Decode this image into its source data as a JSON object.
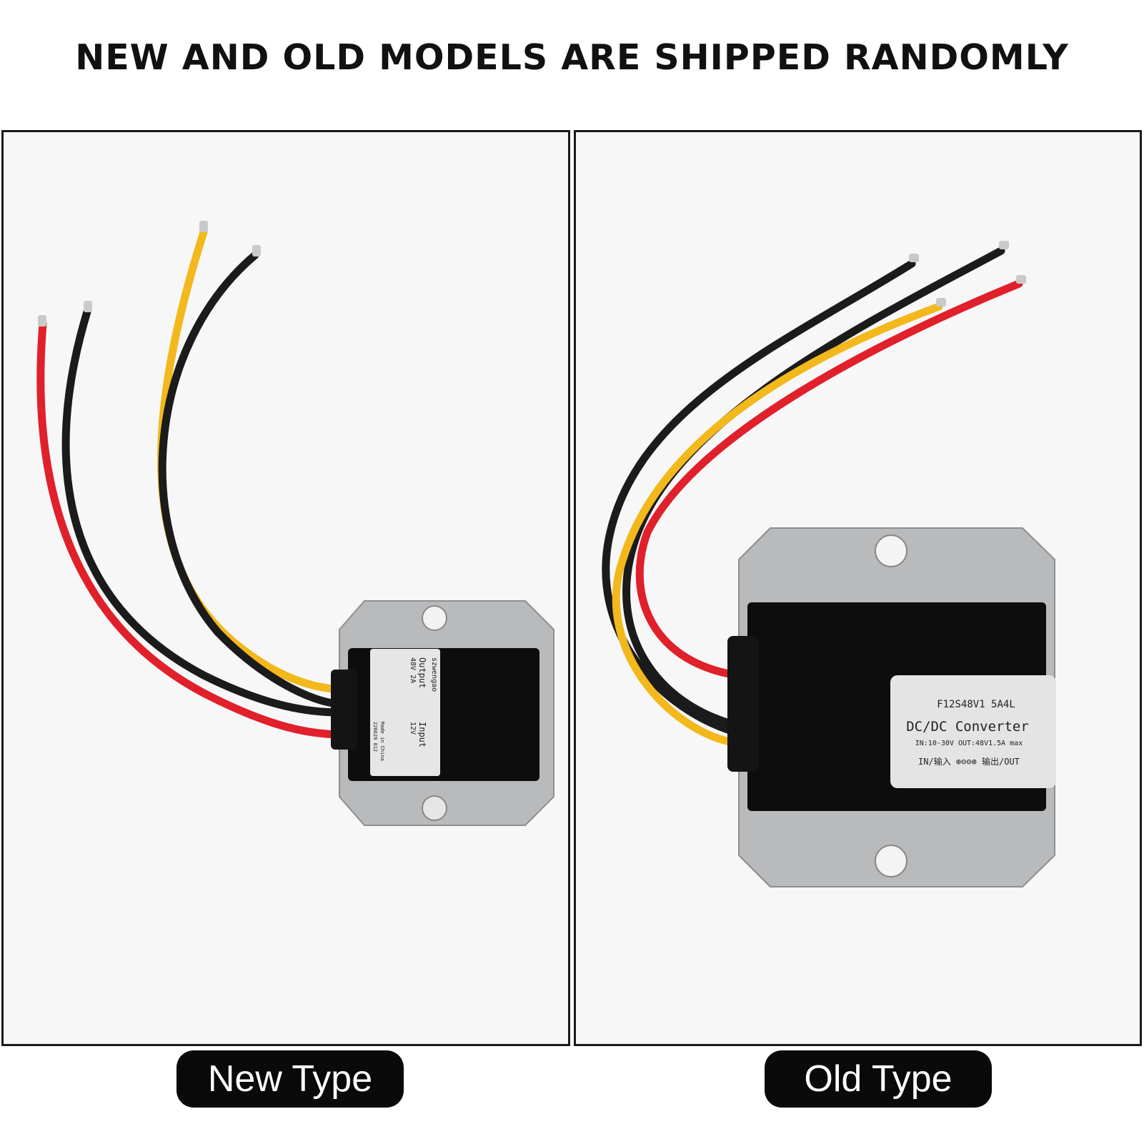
{
  "headline": "NEW AND OLD MODELS ARE SHIPPED RANDOMLY",
  "new_type": {
    "caption": "New Type",
    "label": {
      "brand": "szwengao",
      "output_title": "Output",
      "output_spec": "48V 2A",
      "input_title": "Input",
      "input_spec": "12V",
      "origin": "Made in China",
      "code": "220629 012"
    }
  },
  "old_type": {
    "caption": "Old Type",
    "label": {
      "model": "F12S48V1 5A4L",
      "title": "DC/DC Converter",
      "spec": "IN:10-30V OUT:48V1.5A max",
      "io": "IN/输入 ⊕⊖⊖⊕ 输出/OUT"
    }
  },
  "colors": {
    "wire_red": "#e0202a",
    "wire_black": "#1b1b1b",
    "wire_yellow": "#f2b81c",
    "housing": "#b9babc"
  }
}
